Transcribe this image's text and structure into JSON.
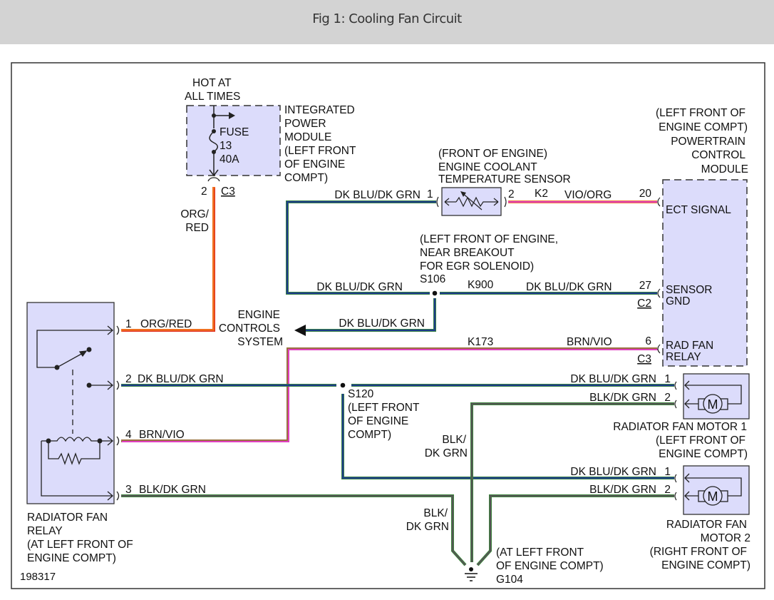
{
  "header": {
    "title": "Fig 1: Cooling Fan Circuit"
  },
  "colors": {
    "module_fill": "#dcdcfb",
    "wire_dkblu": "#1f3c8c",
    "wire_dkgrn": "#3a8a3a",
    "wire_org": "#f07020",
    "wire_red": "#e03020",
    "wire_vio": "#e040c0",
    "wire_brn": "#9a7040",
    "wire_blk": "#555555"
  },
  "figure_id": "198317",
  "ipm": {
    "supply_l1": "HOT AT",
    "supply_l2": "ALL TIMES",
    "fuse_l1": "FUSE",
    "fuse_l2": "13",
    "fuse_l3": "40A",
    "name_l1": "INTEGRATED",
    "name_l2": "POWER",
    "name_l3": "MODULE",
    "name_l4": "(LEFT FRONT",
    "name_l5": "OF ENGINE",
    "name_l6": "COMPT)",
    "pin": "2",
    "connector": "C3",
    "wire_l1": "ORG/",
    "wire_l2": "RED"
  },
  "ect_sensor": {
    "loc": "(FRONT OF ENGINE)",
    "name_l1": "ENGINE COOLANT",
    "name_l2": "TEMPERATURE SENSOR",
    "pin1": "1",
    "pin2": "2",
    "wire1": "DK BLU/DK GRN",
    "circuit": "K2",
    "wire2": "VIO/ORG"
  },
  "pcm": {
    "loc_l1": "(LEFT FRONT OF",
    "loc_l2": "ENGINE COMPT)",
    "name_l1": "POWERTRAIN",
    "name_l2": "CONTROL",
    "name_l3": "MODULE",
    "pins": [
      {
        "pin": "20",
        "label_l1": "ECT SIGNAL",
        "label_l2": "",
        "connector": ""
      },
      {
        "pin": "27",
        "label_l1": "SENSOR",
        "label_l2": "GND",
        "connector": "C2"
      },
      {
        "pin": "6",
        "label_l1": "RAD FAN",
        "label_l2": "RELAY",
        "connector": "C3"
      }
    ]
  },
  "s106": {
    "loc_l1": "(LEFT FRONT OF ENGINE,",
    "loc_l2": "NEAR BREAKOUT",
    "loc_l3": "FOR EGR SOLENOID)",
    "id": "S106",
    "wire_left": "DK BLU/DK GRN",
    "circuit": "K900",
    "wire_right": "DK BLU/DK GRN",
    "wire_down": "DK BLU/DK GRN"
  },
  "engine_controls": {
    "l1": "ENGINE",
    "l2": "CONTROLS",
    "l3": "SYSTEM"
  },
  "k173": {
    "circuit": "K173",
    "wire": "BRN/VIO"
  },
  "relay": {
    "name_l1": "RADIATOR FAN",
    "name_l2": "RELAY",
    "name_l3": "(AT LEFT FRONT OF",
    "name_l4": "ENGINE COMPT)",
    "pins": [
      {
        "pin": "1",
        "wire": "ORG/RED"
      },
      {
        "pin": "2",
        "wire": "DK BLU/DK GRN"
      },
      {
        "pin": "4",
        "wire": "BRN/VIO"
      },
      {
        "pin": "3",
        "wire": "BLK/DK GRN"
      }
    ]
  },
  "s120": {
    "id": "S120",
    "loc_l1": "(LEFT FRONT",
    "loc_l2": "OF ENGINE",
    "loc_l3": "COMPT)"
  },
  "ground_wires": {
    "upper_l1": "BLK/",
    "upper_l2": "DK GRN",
    "lower_l1": "BLK/",
    "lower_l2": "DK GRN"
  },
  "motor1": {
    "pin1": "1",
    "wire1": "DK BLU/DK GRN",
    "pin2": "2",
    "wire2": "BLK/DK GRN",
    "symbol": "M",
    "name_l1": "RADIATOR FAN MOTOR 1",
    "name_l2": "(LEFT FRONT OF",
    "name_l3": "ENGINE COMPT)"
  },
  "motor2": {
    "pin1": "1",
    "wire1": "DK BLU/DK GRN",
    "pin2": "2",
    "wire2": "BLK/DK GRN",
    "symbol": "M",
    "name_l1": "RADIATOR FAN",
    "name_l2": "MOTOR 2",
    "name_l3": "(RIGHT FRONT OF",
    "name_l4": "ENGINE COMPT)"
  },
  "ground": {
    "loc_l1": "(AT LEFT FRONT",
    "loc_l2": "OF ENGINE COMPT)",
    "id": "G104"
  }
}
